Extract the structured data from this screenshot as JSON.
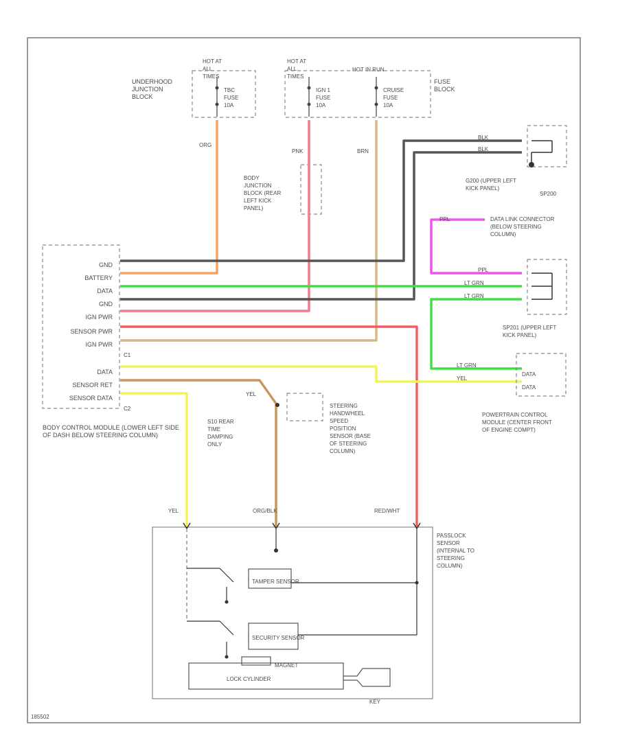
{
  "colors": {
    "blk": "#555555",
    "org": "#f4a460",
    "pnk": "#f47a90",
    "brn": "#d9b98a",
    "ppl": "#ee55ee",
    "ltgrn": "#44dd44",
    "yel": "#f2f25a",
    "orgblk": "#c8975e",
    "redwht": "#ee6060"
  },
  "fuse_section": {
    "left_hot": "HOT AT ALL TIMES",
    "mid_hot": "HOT AT ALL TIMES",
    "run_hot": "HOT IN RUN",
    "left_block": "UNDERHOOD JUNCTION BLOCK",
    "right_block": "FUSE BLOCK",
    "fuse1": "TBC FUSE 10A",
    "fuse2": "IGN 1 FUSE 10A",
    "fuse3": "CRUISE FUSE 10A"
  },
  "body_junction": "BODY JUNCTION BLOCK (REAR LEFT KICK PANEL)",
  "bcm": {
    "name": "BODY CONTROL MODULE (LOWER LEFT SIDE OF DASH BELOW STEERING COLUMN)",
    "pins": [
      "GND",
      "BATTERY",
      "DATA",
      "GND",
      "IGN PWR",
      "SENSOR PWR",
      "IGN PWR",
      "DATA",
      "SENSOR RET",
      "SENSOR DATA"
    ],
    "connector_c1": "C1",
    "connector_c2": "C2"
  },
  "ground": {
    "g200": "G200 (UPPER LEFT KICK PANEL)",
    "sp200": "SP200",
    "sp201_label": "SP201 (UPPER LEFT KICK PANEL)"
  },
  "dlc": "DATA LINK CONNECTOR (BELOW STEERING COLUMN)",
  "pcm": {
    "name": "POWERTRAIN CONTROL MODULE (CENTER FRONT OF ENGINE COMPT)",
    "pin1": "DATA",
    "pin2": "DATA"
  },
  "steering_sensor": "STEERING HANDWHEEL SPEED POSITION SENSOR (BASE OF STEERING COLUMN)",
  "splice_note": "S10 REAR TIME DAMPING ONLY",
  "passlock": {
    "name": "PASSLOCK SENSOR (INTERNAL TO STEERING COLUMN)",
    "tamper": "TAMPER SENSOR",
    "security": "SECURITY SENSOR",
    "magnet": "MAGNET",
    "lock": "LOCK CYLINDER",
    "key": "KEY"
  },
  "wire_labels": {
    "yel": "YEL",
    "orgblk": "ORG/BLK",
    "redwht": "RED/WHT",
    "org": "ORG",
    "pnk": "PNK",
    "brn": "BRN",
    "blk": "BLK",
    "ppl": "PPL",
    "ltgrn": "LT GRN"
  },
  "footer_code": "185502"
}
